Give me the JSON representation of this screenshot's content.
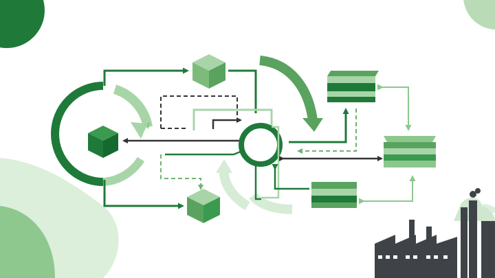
{
  "colors": {
    "dark_green": "#1f7a3a",
    "mid_green": "#5aa35f",
    "light_green": "#a8d5a8",
    "pale_green": "#d6ecd6",
    "line_dark": "#333333",
    "factory": "#3f4347",
    "background": "#ffffff"
  },
  "diagram": {
    "nodes": [
      {
        "id": "cube-left",
        "kind": "cube-icon"
      },
      {
        "id": "cube-top",
        "kind": "cube-icon"
      },
      {
        "id": "cube-bottom",
        "kind": "cube-icon"
      },
      {
        "id": "hub-ring",
        "kind": "ring-icon"
      },
      {
        "id": "stack-top-right",
        "kind": "layer-stack-icon"
      },
      {
        "id": "stack-mid-right",
        "kind": "layer-stack-icon"
      },
      {
        "id": "stack-bottom-right",
        "kind": "layer-stack-icon"
      }
    ],
    "decorations": [
      "factory-icon",
      "corner-blobs"
    ]
  }
}
